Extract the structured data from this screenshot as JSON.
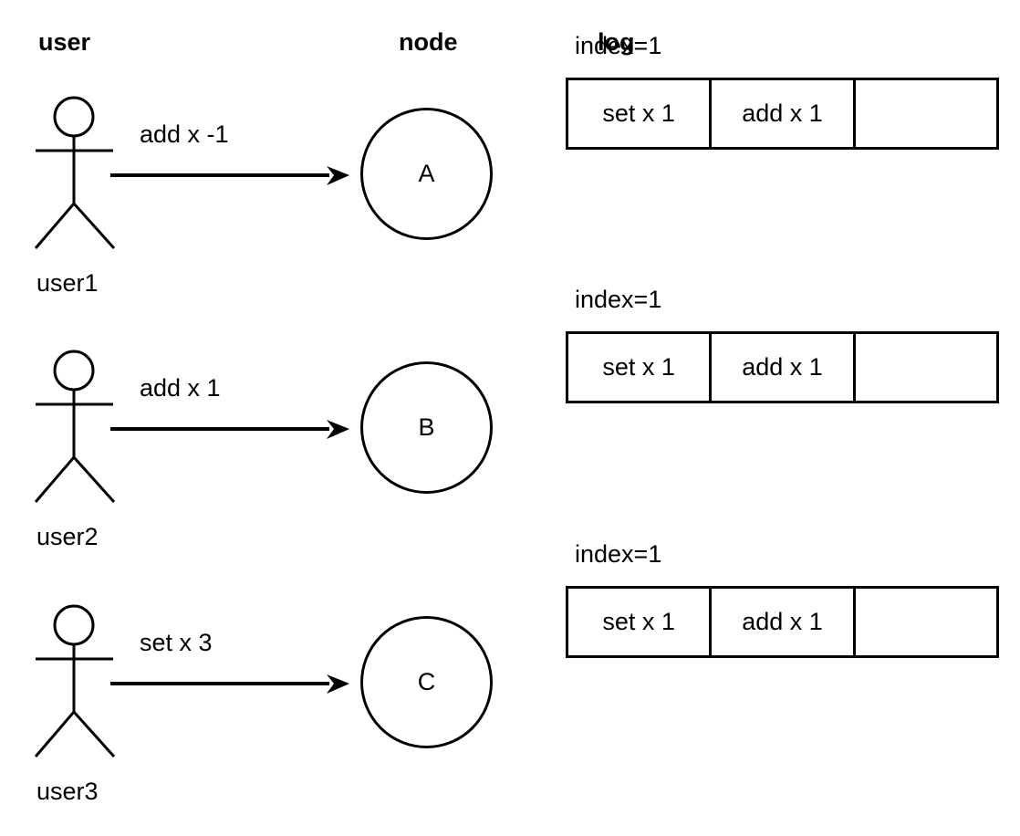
{
  "headers": {
    "user": "user",
    "node": "node",
    "log": "log"
  },
  "rows": [
    {
      "actor_name": "user1",
      "actor_icon": "stick-figure-icon",
      "message": "add x -1",
      "arrow_icon": "arrow-right-icon",
      "node_letter": "A",
      "log": {
        "index_label": "index=1",
        "entries": [
          "set x 1",
          "add x 1",
          ""
        ]
      }
    },
    {
      "actor_name": "user2",
      "actor_icon": "stick-figure-icon",
      "message": "add x 1",
      "arrow_icon": "arrow-right-icon",
      "node_letter": "B",
      "log": {
        "index_label": "index=1",
        "entries": [
          "set x 1",
          "add x 1",
          ""
        ]
      }
    },
    {
      "actor_name": "user3",
      "actor_icon": "stick-figure-icon",
      "message": "set x 3",
      "arrow_icon": "arrow-right-icon",
      "node_letter": "C",
      "log": {
        "index_label": "index=1",
        "entries": [
          "set x 1",
          "add x 1",
          ""
        ]
      }
    }
  ],
  "colors": {
    "stroke": "#000000",
    "background": "#ffffff"
  }
}
